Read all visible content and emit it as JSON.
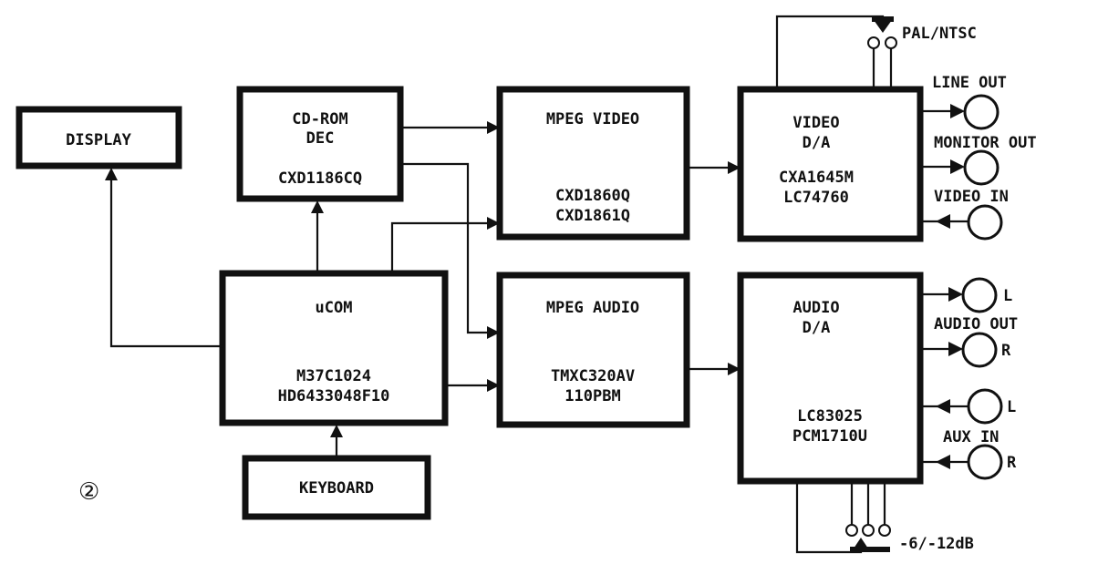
{
  "blocks": {
    "display": {
      "label": "DISPLAY"
    },
    "cdrom": {
      "line1": "CD-ROM",
      "line2": "DEC",
      "part": "CXD1186CQ"
    },
    "mpeg_video": {
      "title": "MPEG VIDEO",
      "part1": "CXD1860Q",
      "part2": "CXD1861Q"
    },
    "video_da": {
      "line1": "VIDEO",
      "line2": "D/A",
      "part1": "CXA1645M",
      "part2": "LC74760"
    },
    "ucom": {
      "title": "uCOM",
      "part1": "M37C1024",
      "part2": "HD6433048F10"
    },
    "mpeg_audio": {
      "title": "MPEG AUDIO",
      "part1": "TMXC320AV",
      "part2": "110PBM"
    },
    "audio_da": {
      "line1": "AUDIO",
      "line2": "D/A",
      "part1": "LC83025",
      "part2": "PCM1710U"
    },
    "keyboard": {
      "label": "KEYBOARD"
    }
  },
  "connectors": {
    "pal_ntsc": "PAL/NTSC",
    "line_out": "LINE OUT",
    "monitor_out": "MONITOR OUT",
    "video_in": "VIDEO IN",
    "audio_out": "AUDIO OUT",
    "aux_in": "AUX IN",
    "left": "L",
    "right": "R",
    "level_switch": "-6/-12dB"
  },
  "figure_mark": "②"
}
